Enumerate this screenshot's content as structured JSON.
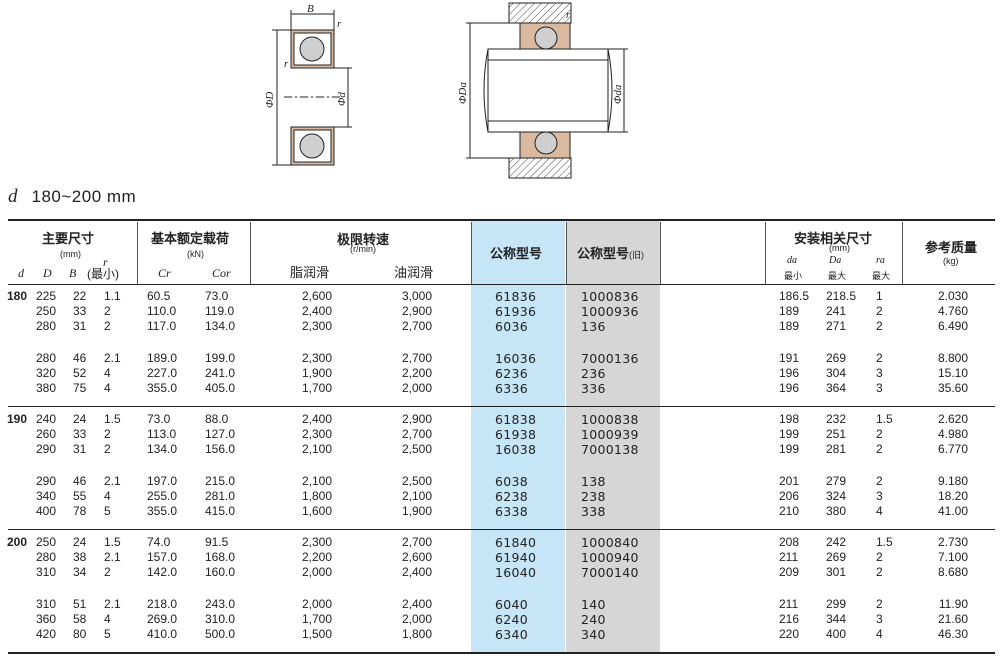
{
  "diagram": {
    "left": {
      "B": "B",
      "r1": "r",
      "r2": "r",
      "D": "ΦD",
      "d": "Φd"
    },
    "right": {
      "r": "r",
      "Da": "ΦDa",
      "da": "Φda"
    }
  },
  "range": {
    "symbol": "d",
    "text": "180~200 mm"
  },
  "header": {
    "main_dims": "主要尺寸",
    "main_dims_unit": "(mm)",
    "d": "d",
    "D": "D",
    "B": "B",
    "r": "r",
    "r_min": "(最小)",
    "load": "基本额定载荷",
    "load_unit": "(kN)",
    "cr": "Cr",
    "cor": "Cor",
    "speed": "极限转速",
    "speed_unit": "(r/min)",
    "grease": "脂润滑",
    "oil": "油润滑",
    "model": "公称型号",
    "model_old": "公称型号",
    "old_tag": "(旧)",
    "mount": "安装相关尺寸",
    "mount_unit": "(mm)",
    "da": "da",
    "Da": "Da",
    "ra": "ra",
    "min": "最小",
    "max1": "最大",
    "max2": "最大",
    "mass": "参考质量",
    "mass_unit": "(kg)"
  },
  "groups": [
    {
      "d": "180",
      "rows": [
        [
          "225",
          "22",
          "1.1",
          "60.5",
          "73.0",
          "2,600",
          "3,000",
          "61836",
          "1000836",
          "186.5",
          "218.5",
          "1",
          "2.030"
        ],
        [
          "250",
          "33",
          "2",
          "110.0",
          "119.0",
          "2,400",
          "2,900",
          "61936",
          "1000936",
          "189",
          "241",
          "2",
          "4.760"
        ],
        [
          "280",
          "31",
          "2",
          "117.0",
          "134.0",
          "2,300",
          "2,700",
          "6036",
          "136",
          "189",
          "271",
          "2",
          "6.490"
        ],
        [
          "280",
          "46",
          "2.1",
          "189.0",
          "199.0",
          "2,300",
          "2,700",
          "16036",
          "7000136",
          "191",
          "269",
          "2",
          "8.800"
        ],
        [
          "320",
          "52",
          "4",
          "227.0",
          "241.0",
          "1,900",
          "2,200",
          "6236",
          "236",
          "196",
          "304",
          "3",
          "15.10"
        ],
        [
          "380",
          "75",
          "4",
          "355.0",
          "405.0",
          "1,700",
          "2,000",
          "6336",
          "336",
          "196",
          "364",
          "3",
          "35.60"
        ]
      ]
    },
    {
      "d": "190",
      "rows": [
        [
          "240",
          "24",
          "1.5",
          "73.0",
          "88.0",
          "2,400",
          "2,900",
          "61838",
          "1000838",
          "198",
          "232",
          "1.5",
          "2.620"
        ],
        [
          "260",
          "33",
          "2",
          "113.0",
          "127.0",
          "2,300",
          "2,700",
          "61938",
          "1000939",
          "199",
          "251",
          "2",
          "4.980"
        ],
        [
          "290",
          "31",
          "2",
          "134.0",
          "156.0",
          "2,100",
          "2,500",
          "16038",
          "7000138",
          "199",
          "281",
          "2",
          "6.770"
        ],
        [
          "290",
          "46",
          "2.1",
          "197.0",
          "215.0",
          "2,100",
          "2,500",
          "6038",
          "138",
          "201",
          "279",
          "2",
          "9.180"
        ],
        [
          "340",
          "55",
          "4",
          "255.0",
          "281.0",
          "1,800",
          "2,100",
          "6238",
          "238",
          "206",
          "324",
          "3",
          "18.20"
        ],
        [
          "400",
          "78",
          "5",
          "355.0",
          "415.0",
          "1,600",
          "1,900",
          "6338",
          "338",
          "210",
          "380",
          "4",
          "41.00"
        ]
      ]
    },
    {
      "d": "200",
      "rows": [
        [
          "250",
          "24",
          "1.5",
          "74.0",
          "91.5",
          "2,300",
          "2,700",
          "61840",
          "1000840",
          "208",
          "242",
          "1.5",
          "2.730"
        ],
        [
          "280",
          "38",
          "2.1",
          "157.0",
          "168.0",
          "2,200",
          "2,600",
          "61940",
          "1000940",
          "211",
          "269",
          "2",
          "7.100"
        ],
        [
          "310",
          "34",
          "2",
          "142.0",
          "160.0",
          "2,000",
          "2,400",
          "16040",
          "7000140",
          "209",
          "301",
          "2",
          "8.680"
        ],
        [
          "310",
          "51",
          "2.1",
          "218.0",
          "243.0",
          "2,000",
          "2,400",
          "6040",
          "140",
          "211",
          "299",
          "2",
          "11.90"
        ],
        [
          "360",
          "58",
          "4",
          "269.0",
          "310.0",
          "1,700",
          "2,000",
          "6240",
          "240",
          "216",
          "344",
          "3",
          "21.60"
        ],
        [
          "420",
          "80",
          "5",
          "410.0",
          "500.0",
          "1,500",
          "1,800",
          "6340",
          "340",
          "220",
          "400",
          "4",
          "46.30"
        ]
      ]
    }
  ]
}
